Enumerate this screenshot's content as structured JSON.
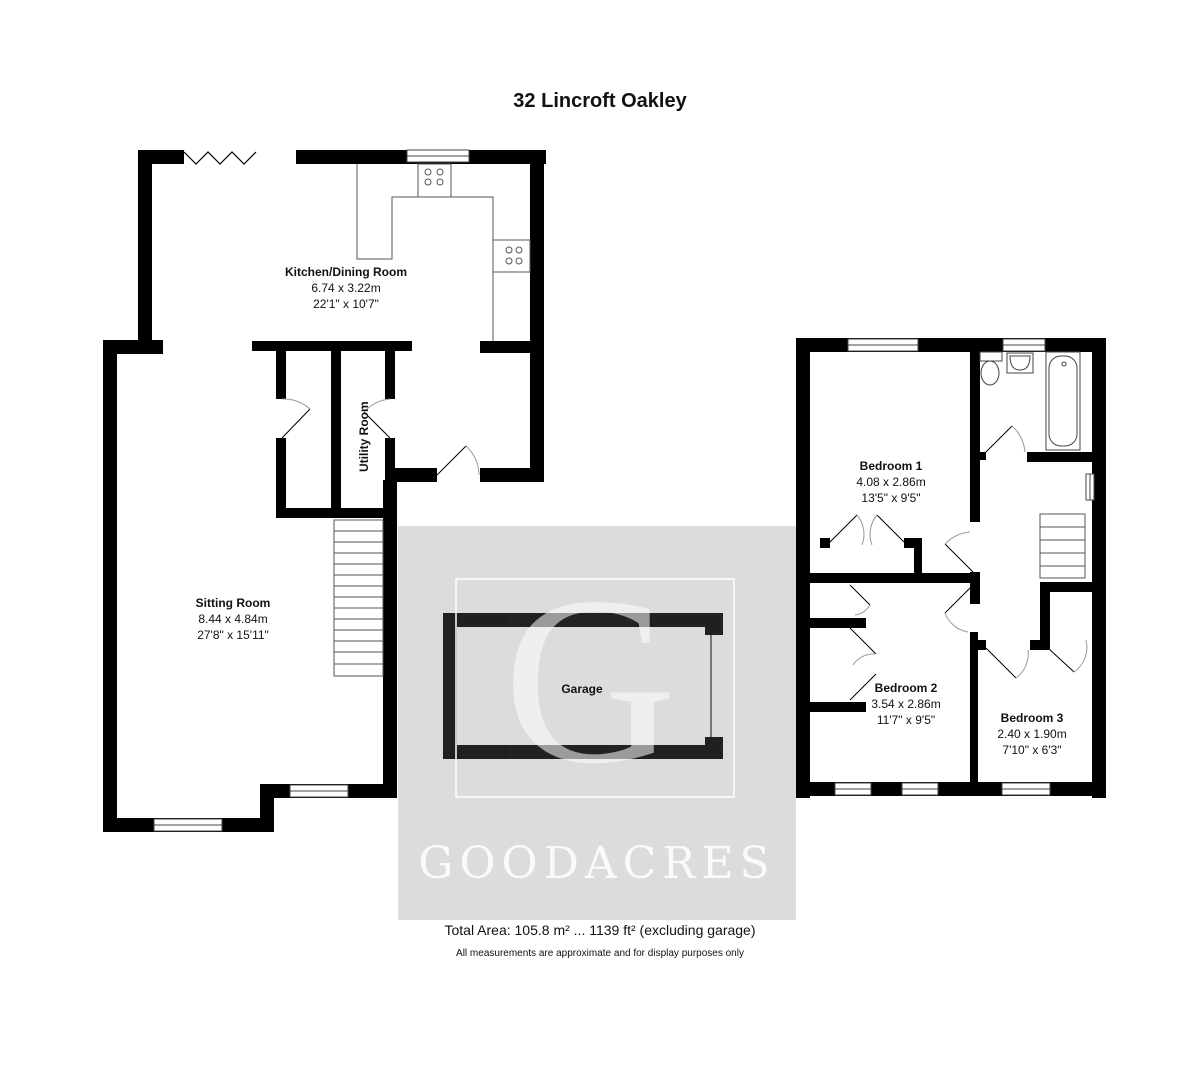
{
  "title": "32 Lincroft Oakley",
  "rooms": {
    "kitchen": {
      "name": "Kitchen/Dining Room",
      "metric": "6.74 x 3.22m",
      "imperial": "22'1\" x 10'7\""
    },
    "utility": {
      "name": "Utility Room"
    },
    "sitting": {
      "name": "Sitting Room",
      "metric": "8.44 x 4.84m",
      "imperial": "27'8\" x 15'11\""
    },
    "garage": {
      "name": "Garage"
    },
    "bedroom1": {
      "name": "Bedroom 1",
      "metric": "4.08 x 2.86m",
      "imperial": "13'5\" x 9'5\""
    },
    "bedroom2": {
      "name": "Bedroom 2",
      "metric": "3.54 x 2.86m",
      "imperial": "11'7\" x 9'5\""
    },
    "bedroom3": {
      "name": "Bedroom 3",
      "metric": "2.40 x 1.90m",
      "imperial": "7'10\" x 6'3\""
    }
  },
  "watermark": {
    "brand": "GOODACRES",
    "monogram": "G",
    "panel_color": "#dcdcdd"
  },
  "footer": {
    "total_area": "Total Area: 105.8 m² ... 1139 ft² (excluding garage)",
    "disclaimer": "All measurements are approximate and for display purposes only"
  },
  "colors": {
    "wall": "#000000",
    "background": "#ffffff",
    "fixture_line": "#555555"
  }
}
